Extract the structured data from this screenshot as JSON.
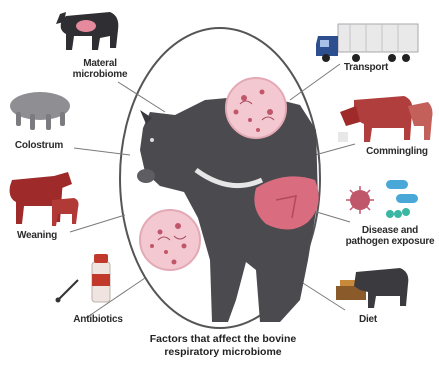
{
  "factors": [
    {
      "id": "maternal",
      "label": "Materal\nmicrobiome",
      "icon": "cow-udder-icon"
    },
    {
      "id": "colostrum",
      "label": "Colostrum",
      "icon": "udder-icon"
    },
    {
      "id": "weaning",
      "label": "Weaning",
      "icon": "cow-and-calf-icon"
    },
    {
      "id": "antibiotics",
      "label": "Antibiotics",
      "icon": "medicine-bottle-icon"
    },
    {
      "id": "transport",
      "label": "Transport",
      "icon": "truck-icon"
    },
    {
      "id": "commingling",
      "label": "Commingling",
      "icon": "cattle-group-icon"
    },
    {
      "id": "disease",
      "label": "Disease and\npathogen exposure",
      "icon": "pathogen-icon"
    },
    {
      "id": "diet",
      "label": "Diet",
      "icon": "feeding-cow-icon"
    }
  ],
  "caption": "Factors that affect the bovine\nrespiratory microbiome",
  "colors": {
    "cow": "#4a4a4f",
    "cattle_red": "#9e2a2a",
    "lung": "#d96c7f",
    "microbe_bg": "#f3c8d0",
    "connector": "#7a7a7a",
    "truck_cab": "#2d4f8f"
  }
}
